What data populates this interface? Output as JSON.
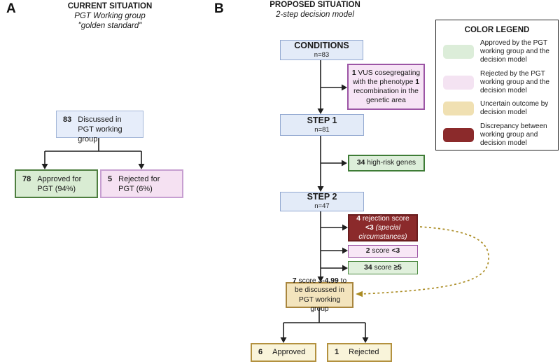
{
  "panel_a": {
    "label": "A",
    "title": "CURRENT SITUATION",
    "subtitle1": "PGT Working group",
    "subtitle2": "\"golden standard\"",
    "top_box": {
      "num": "83",
      "text": "Discussed in PGT working group"
    },
    "approved_box": {
      "num": "78",
      "text": "Approved for PGT (94%)"
    },
    "rejected_box": {
      "num": "5",
      "text": "Rejected for PGT (6%)"
    }
  },
  "panel_b": {
    "label": "B",
    "title": "PROPOSED SITUATION",
    "subtitle": "2-step decision model",
    "conditions_box": {
      "title": "CONDITIONS",
      "n": "n=83"
    },
    "vus_box": {
      "num1": "1",
      "text1": "VUS cosegregating with the phenotype",
      "num2": "1",
      "text2": "recombination in the genetic area"
    },
    "step1_box": {
      "title": "STEP 1",
      "n": "n=81"
    },
    "highrisk_box": {
      "num": "34",
      "text": "high-risk genes"
    },
    "step2_box": {
      "title": "STEP 2",
      "n": "n=47"
    },
    "discrepancy_box": {
      "num": "4",
      "text1": "rejection score",
      "val": "<3",
      "text2": "(special circumstances)"
    },
    "score_low_box": {
      "num": "2",
      "mid": "score",
      "val": "<3"
    },
    "score_high_box": {
      "num": "34",
      "mid": "score",
      "val": "≥5"
    },
    "uncertain_box": {
      "num": "7",
      "mid": "score",
      "val": "3-4.99",
      "text2": "to be discussed in PGT working group"
    },
    "approved_box": {
      "num": "6",
      "text": "Approved"
    },
    "rejected_box": {
      "num": "1",
      "text": "Rejected"
    }
  },
  "legend": {
    "title": "COLOR LEGEND",
    "items": [
      {
        "label": "Approved by the PGT working group and the decision model",
        "color": "#dcedd9"
      },
      {
        "label": "Rejected by the PGT working group and the decision model",
        "color": "#f4e3f2"
      },
      {
        "label": "Uncertain outcome by decision model",
        "color": "#f0e0b2"
      },
      {
        "label": "Discrepancy between working group and decision model",
        "color": "#8b2a2b"
      }
    ]
  },
  "colors": {
    "approved_green": "#d9ecd3",
    "rejected_pink": "#f5e1f2",
    "uncertain_tan": "#f3e4bd",
    "discrepancy_darkred": "#8b2a2b",
    "step_blue": "#e3ebf8",
    "dashed_connector_gold": "#aa8b22",
    "line_black": "#1f1f1f"
  }
}
